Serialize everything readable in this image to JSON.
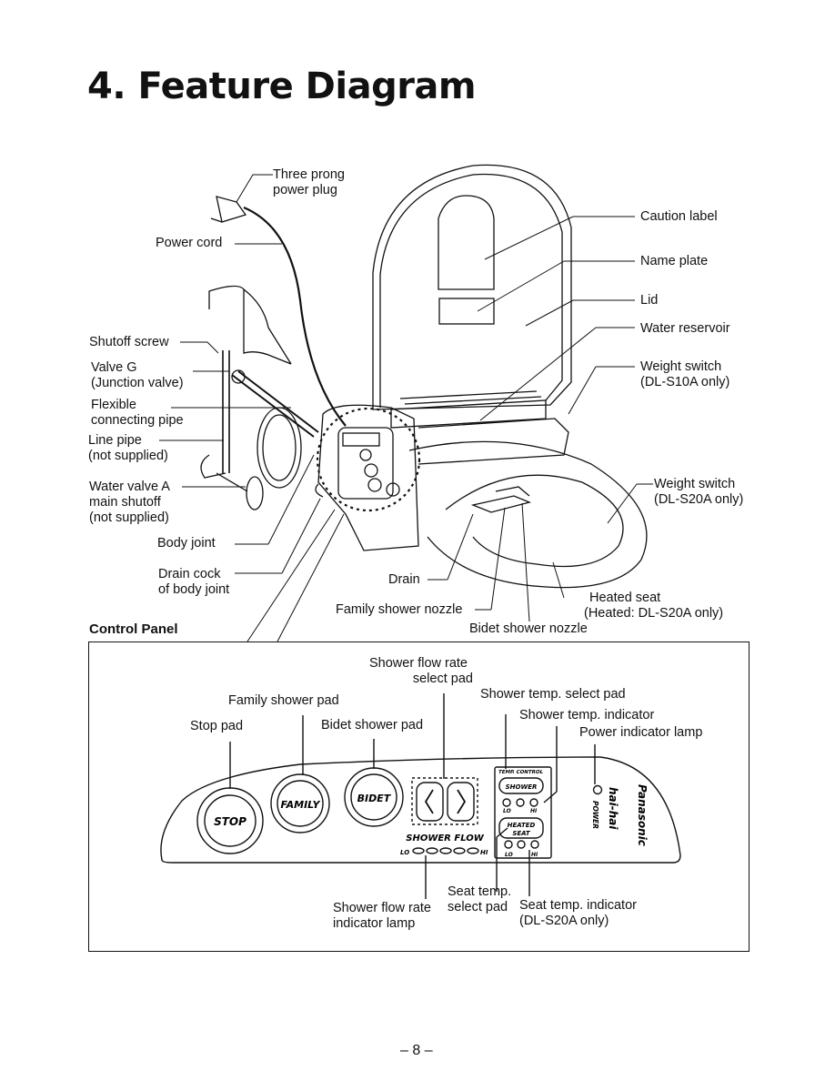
{
  "page": {
    "title": "4. Feature Diagram",
    "page_number": "– 8 –"
  },
  "diagram": {
    "labels": {
      "plug_1": "Three prong",
      "plug_2": "power plug",
      "power_cord": "Power cord",
      "caution_label": "Caution label",
      "name_plate": "Name plate",
      "lid": "Lid",
      "water_reservoir": "Water reservoir",
      "weight_switch_1": "Weight switch",
      "weight_switch_1b": "(DL-S10A only)",
      "weight_switch_2": "Weight switch",
      "weight_switch_2b": "(DL-S20A only)",
      "shutoff_screw": "Shutoff screw",
      "valve_g_1": "Valve G",
      "valve_g_2": "(Junction valve)",
      "flexible_1": "Flexible",
      "flexible_2": "connecting pipe",
      "line_pipe_1": "Line pipe",
      "line_pipe_2": "(not supplied)",
      "water_valve_1": "Water valve A",
      "water_valve_2": "main shutoff",
      "water_valve_3": "(not supplied)",
      "body_joint": "Body joint",
      "drain_cock_1": "Drain cock",
      "drain_cock_2": "of body joint",
      "drain": "Drain",
      "heated_seat_1": "Heated seat",
      "heated_seat_2": "(Heated: DL-S20A only)",
      "family_nozzle": "Family shower nozzle",
      "bidet_nozzle": "Bidet shower nozzle"
    }
  },
  "control_panel": {
    "section_title": "Control Panel",
    "labels": {
      "flow_rate_1": "Shower flow rate",
      "flow_rate_2": "select pad",
      "temp_select": "Shower temp. select pad",
      "family_pad": "Family shower pad",
      "temp_indicator": "Shower temp. indicator",
      "stop_pad": "Stop pad",
      "bidet_pad": "Bidet shower pad",
      "power_lamp": "Power indicator lamp",
      "seat_temp_1": "Seat temp.",
      "seat_temp_2": "select pad",
      "flow_lamp_1": "Shower flow rate",
      "flow_lamp_2": "indicator lamp",
      "seat_ind_1": "Seat temp. indicator",
      "seat_ind_2": "(DL-S20A only)"
    },
    "buttons": {
      "stop": "STOP",
      "family": "FAMILY",
      "bidet": "BIDET",
      "shower": "SHOWER",
      "heated_1": "HEATED",
      "heated_2": "SEAT"
    },
    "printed": {
      "shower_flow": "SHOWER FLOW",
      "lo_flow": "LO",
      "hi_flow": "HI",
      "temp_control": "TEMP. CONTROL",
      "lo_temp": "LO",
      "hi_temp": "HI",
      "lo_seat": "LO",
      "hi_seat": "HI",
      "power": "POWER",
      "brand": "Panasonic",
      "logo": "hai-hai"
    }
  }
}
